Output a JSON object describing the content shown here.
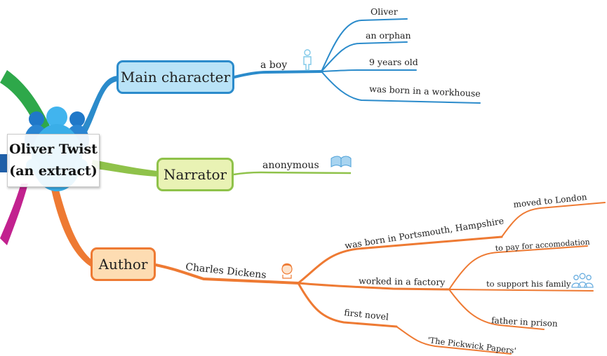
{
  "central": {
    "line1": "Oliver Twist",
    "line2": "(an extract)",
    "icon": "people-group-icon"
  },
  "main_character": {
    "label": "Main character",
    "color": "#2b8bcb",
    "fill": "#b9e3f7",
    "branch": "a boy",
    "icon": "person-icon",
    "items": [
      "Oliver",
      "an orphan",
      "9 years old",
      "was born in a workhouse"
    ]
  },
  "narrator": {
    "label": "Narrator",
    "color": "#8fc24a",
    "fill": "#e9f2b4",
    "branch": "anonymous",
    "icon": "open-book-icon"
  },
  "author": {
    "label": "Author",
    "color": "#ee7a33",
    "fill": "#fddcb2",
    "branch": "Charles Dickens",
    "icon": "man-face-icon",
    "born": "was born in Portsmouth, Hampshire",
    "moved": "moved to London",
    "worked": "worked in a factory",
    "worked_items": [
      "to pay for accomodation",
      "to support his family",
      "father in prison"
    ],
    "family_icon": "family-group-icon",
    "first_novel": "first novel",
    "novel_title": "'The Pickwick Papers'"
  },
  "left_branch_colors": [
    "#2ea84a",
    "#1f5fa8",
    "#c2228f"
  ]
}
